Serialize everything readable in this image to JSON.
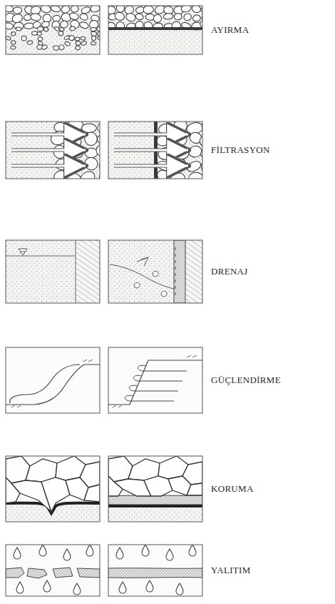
{
  "diagram": {
    "labels": [
      "AYIRMA",
      "FİLTRASYON",
      "DRENAJ",
      "GÜÇLENDİRME",
      "KORUMA",
      "YALITIM"
    ]
  }
}
